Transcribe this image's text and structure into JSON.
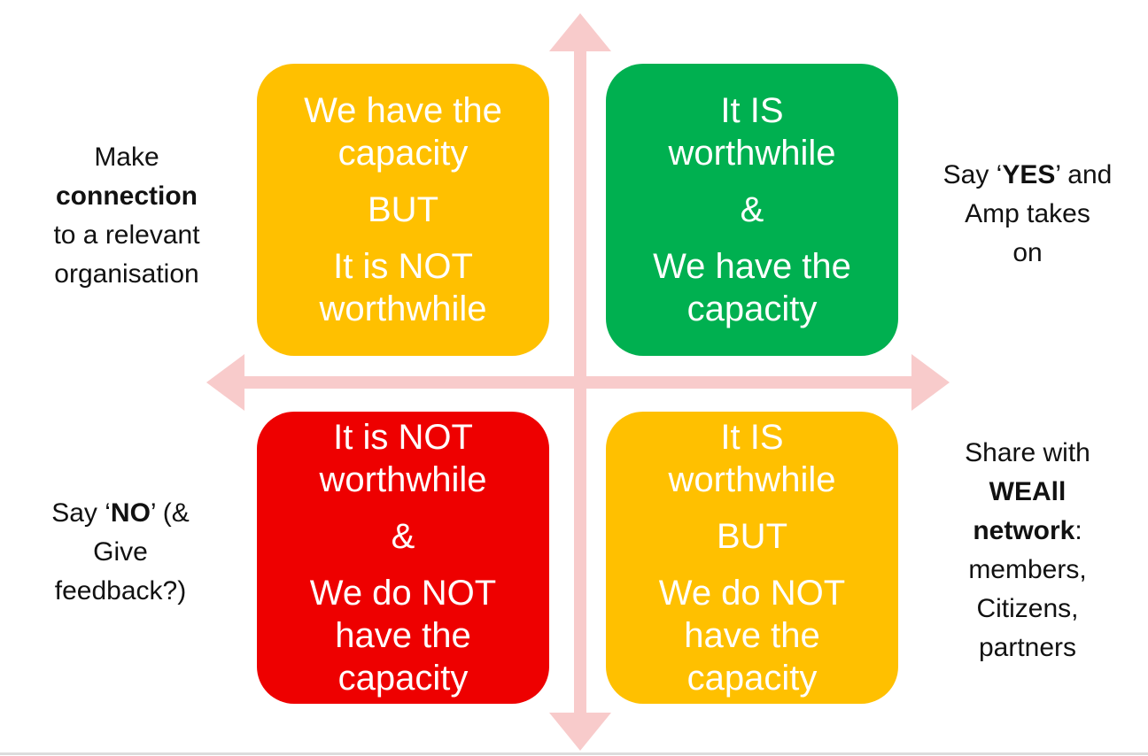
{
  "colors": {
    "arrow": "#F8CBCB",
    "yellow": "#FFC000",
    "green": "#00B050",
    "red": "#EE0000"
  },
  "quadrants": {
    "top_left": {
      "groups": [
        [
          "We have the",
          "capacity"
        ],
        [
          "BUT"
        ],
        [
          "It is NOT",
          "worthwhile"
        ]
      ]
    },
    "top_right": {
      "groups": [
        [
          "It IS",
          "worthwhile"
        ],
        [
          "&"
        ],
        [
          "We have the",
          "capacity"
        ]
      ]
    },
    "bottom_left": {
      "groups": [
        [
          "It is NOT",
          "worthwhile"
        ],
        [
          "&"
        ],
        [
          "We do NOT",
          "have the",
          "capacity"
        ]
      ]
    },
    "bottom_right": {
      "groups": [
        [
          "It IS",
          "worthwhile"
        ],
        [
          "BUT"
        ],
        [
          "We do NOT",
          "have the",
          "capacity"
        ]
      ]
    }
  },
  "labels": {
    "top_left": {
      "l1": "Make",
      "l2_bold": "connection",
      "l3": "to a relevant",
      "l4": "organisation"
    },
    "top_right": {
      "l1_pre": "Say ‘",
      "l1_bold": "YES",
      "l1_post": "’ and",
      "l2": "Amp takes",
      "l3": "on"
    },
    "bottom_left": {
      "l1_pre": "Say ‘",
      "l1_bold": "NO",
      "l1_post": "’ (&",
      "l2": "Give",
      "l3": "feedback?)"
    },
    "bottom_right": {
      "l1": "Share with",
      "l2_bold": "WEAll",
      "l3_bold": "network",
      "l3_post": ":",
      "l4": "members,",
      "l5": "Citizens,",
      "l6": "partners"
    }
  }
}
